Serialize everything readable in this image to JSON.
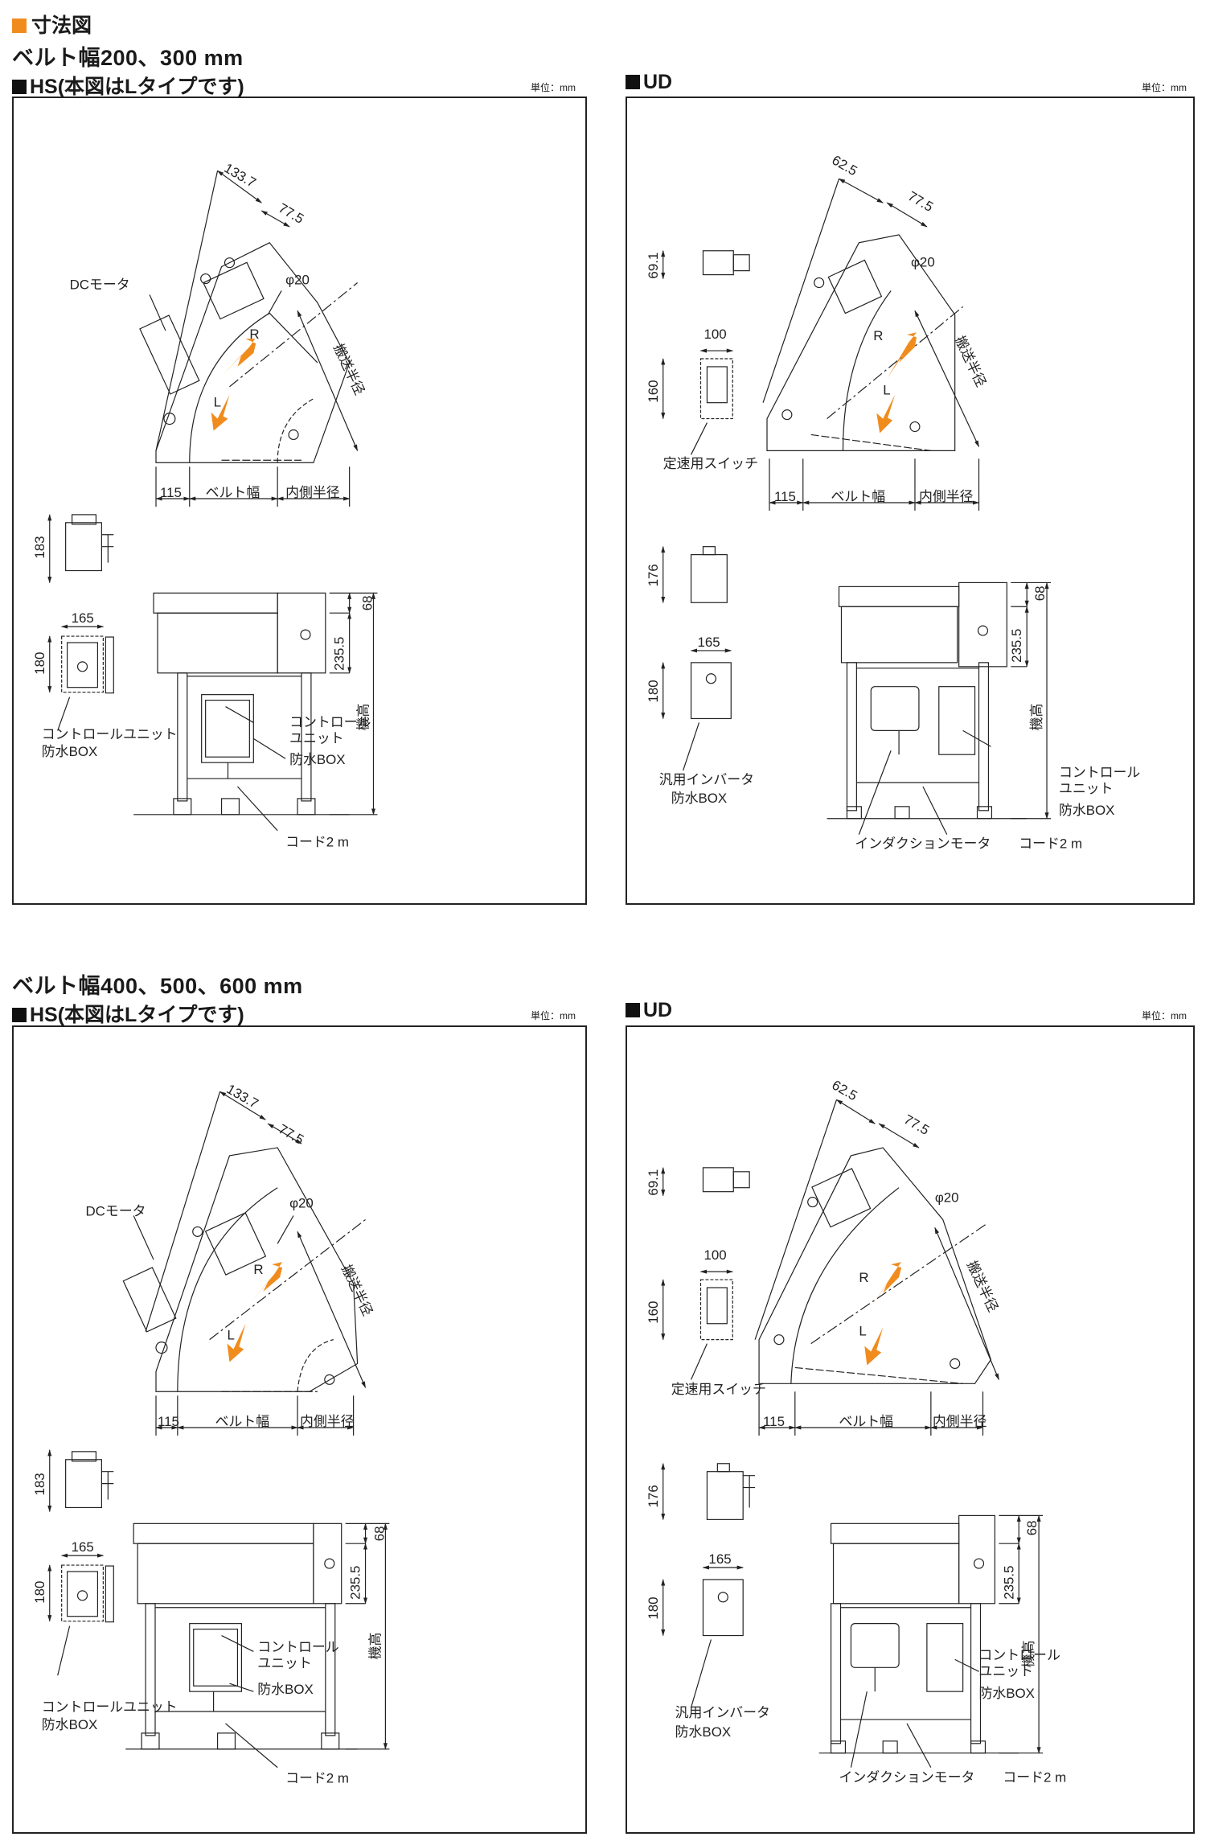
{
  "header": {
    "title": "寸法図",
    "section1_belt": "ベルト幅200、300 mm",
    "section2_belt": "ベルト幅400、500、600 mm"
  },
  "colors": {
    "accent": "#f08c1e",
    "line": "#222222"
  },
  "panels": {
    "hs_small": {
      "heading": "HS(本図はLタイプです)",
      "unit": "単位：mm",
      "labels": {
        "motor": "DCモータ",
        "dim_top": "133.7",
        "dim_right": "77.5",
        "phi": "φ20",
        "radius_side": "搬送半径",
        "r": "R",
        "l": "L",
        "dim_left": "115",
        "belt_width": "ベルト幅",
        "inner_radius": "内側半径",
        "h183": "183",
        "w165": "165",
        "h180": "180",
        "control_unit_box": "コントロールユニット",
        "waterproof_box": "防水BOX",
        "d68": "68",
        "d235": "235.5",
        "machine_height": "機高",
        "control1": "コントロール",
        "control2": "ユニット",
        "waterproof_box2": "防水BOX",
        "cord": "コード2 m"
      }
    },
    "ud_small": {
      "heading": "UD",
      "unit": "単位：mm",
      "labels": {
        "dim_top": "62.5",
        "dim_right": "77.5",
        "phi": "φ20",
        "radius_side": "搬送半径",
        "r": "R",
        "l": "L",
        "h69": "69.1",
        "w100": "100",
        "h160": "160",
        "speed_switch": "定速用スイッチ",
        "dim_left": "115",
        "belt_width": "ベルト幅",
        "inner_radius": "内側半径",
        "h176": "176",
        "w165": "165",
        "h180": "180",
        "inverter": "汎用インバータ",
        "waterproof_box": "防水BOX",
        "d68": "68",
        "d235": "235.5",
        "machine_height": "機高",
        "control1": "コントロール",
        "control2": "ユニット",
        "waterproof_box2": "防水BOX",
        "induction_motor": "インダクションモータ",
        "cord": "コード2 m"
      }
    },
    "hs_large": {
      "heading": "HS(本図はLタイプです)",
      "unit": "単位：mm",
      "labels": {
        "motor": "DCモータ",
        "dim_top": "133.7",
        "dim_right": "77.5",
        "phi": "φ20",
        "radius_side": "搬送半径",
        "r": "R",
        "l": "L",
        "dim_left": "115",
        "belt_width": "ベルト幅",
        "inner_radius": "内側半径",
        "h183": "183",
        "w165": "165",
        "h180": "180",
        "control_unit_box": "コントロールユニット",
        "waterproof_box": "防水BOX",
        "d68": "68",
        "d235": "235.5",
        "machine_height": "機高",
        "control1": "コントロール",
        "control2": "ユニット",
        "waterproof_box2": "防水BOX",
        "cord": "コード2 m"
      }
    },
    "ud_large": {
      "heading": "UD",
      "unit": "単位：mm",
      "labels": {
        "dim_top": "62.5",
        "dim_right": "77.5",
        "phi": "φ20",
        "radius_side": "搬送半径",
        "r": "R",
        "l": "L",
        "h69": "69.1",
        "w100": "100",
        "h160": "160",
        "speed_switch": "定速用スイッチ",
        "dim_left": "115",
        "belt_width": "ベルト幅",
        "inner_radius": "内側半径",
        "h176": "176",
        "w165": "165",
        "h180": "180",
        "inverter": "汎用インバータ",
        "waterproof_box": "防水BOX",
        "d68": "68",
        "d235": "235.5",
        "machine_height": "機高",
        "control1": "コントロール",
        "control2": "ユニット",
        "waterproof_box2": "防水BOX",
        "induction_motor": "インダクションモータ",
        "cord": "コード2 m"
      }
    }
  }
}
